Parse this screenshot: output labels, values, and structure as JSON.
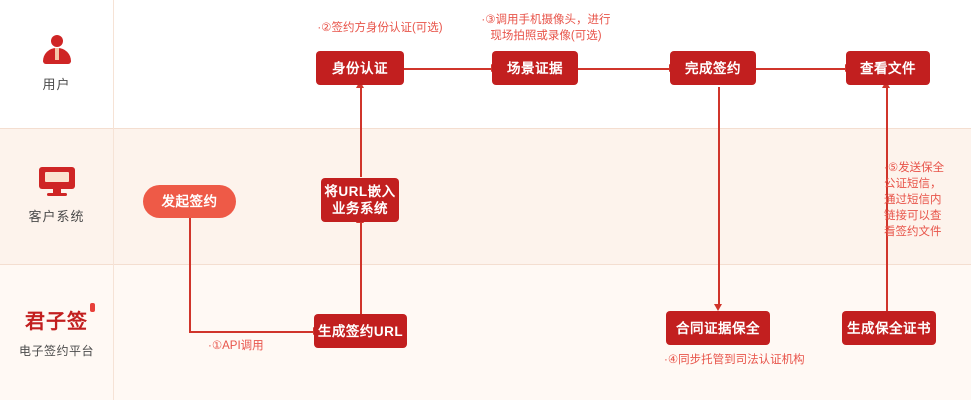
{
  "lanes": [
    {
      "id": "user",
      "label": "用户",
      "icon": "user-icon"
    },
    {
      "id": "client",
      "label": "客户系统",
      "icon": "monitor-icon"
    },
    {
      "id": "platform",
      "label": "电子签约平台",
      "icon": "junziqian-logo",
      "brand": "君子签"
    }
  ],
  "nodes": {
    "identity_auth": "身份认证",
    "scene_evidence": "场景证据",
    "finish_sign": "完成签约",
    "view_file": "查看文件",
    "start_sign": "发起签约",
    "embed_url": "将URL嵌入\n业务系统",
    "generate_url": "生成签约URL",
    "contract_preserve": "合同证据保全",
    "generate_cert": "生成保全证书"
  },
  "notes": {
    "note2": "·②签约方身份认证(可选)",
    "note3": "·③调用手机摄像头，进行\n现场拍照或录像(可选)",
    "note1": "·①API调用",
    "note4": "·④同步托管到司法认证机构",
    "note5": "·⑤发送保全\n公证短信，\n通过短信内\n链接可以查\n看签约文件"
  },
  "colors": {
    "primary": "#c21f1f",
    "node_light": "#df3a32",
    "pill": "#ee5a47",
    "arrow": "#d0352b",
    "note_text": "#e8544a",
    "lane_client_bg": "#fdf3ec",
    "lane_platform_bg": "#fff9f4"
  }
}
